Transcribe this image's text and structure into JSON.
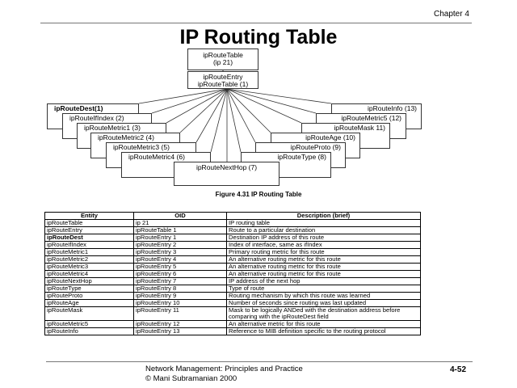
{
  "header": {
    "chapter": "Chapter 4",
    "title": "IP Routing Table"
  },
  "diagram": {
    "root": {
      "line1": "ipRouteTable",
      "line2": "(ip 21)"
    },
    "entry": {
      "line1": "ipRouteEntry",
      "line2": "ipRouteTable (1)"
    },
    "children": [
      {
        "label": "ipRouteDest(1)"
      },
      {
        "label": "ipRouteIfIndex (2)"
      },
      {
        "label": "ipRouteMetric1 (3)"
      },
      {
        "label": "ipRouteMetric2 (4)"
      },
      {
        "label": "ipRouteMetric3 (5)"
      },
      {
        "label": "ipRouteMetric4 (6)"
      },
      {
        "label": "ipRouteNextHop (7)"
      },
      {
        "label": "ipRouteType (8)"
      },
      {
        "label": "ipRouteProto (9)"
      },
      {
        "label": "ipRouteAge (10)"
      },
      {
        "label": "ipRouteMask 11)"
      },
      {
        "label": "ipRouteMetric5 (12)"
      },
      {
        "label": "ipRouteInfo (13)"
      }
    ],
    "caption": "Figure 4.31 IP Routing Table"
  },
  "table": {
    "headers": [
      "Entity",
      "OID",
      "Description (brief)"
    ],
    "rows": [
      {
        "entity": "ipRouteTable",
        "oid": "ip 21",
        "desc": "IP routing table"
      },
      {
        "entity": "ipRouteEntry",
        "oid": "ipRouteTable 1",
        "desc": "Route to a particular destination"
      },
      {
        "entity": "ipRouteDest",
        "oid": "ipRouteEntry 1",
        "desc": "Destination IP address of this route"
      },
      {
        "entity": "ipRouteIfIndex",
        "oid": "ipRouteEntry 2",
        "desc": "Index of interface, same as ifIndex"
      },
      {
        "entity": "ipRouteMetric1",
        "oid": "ipRouteEntry 3",
        "desc": "Primary routing metric for this route"
      },
      {
        "entity": "ipRouteMetric2",
        "oid": "ipRouteEntry 4",
        "desc": "An alternative routing metric for this route"
      },
      {
        "entity": "ipRouteMetric3",
        "oid": "ipRouteEntry 5",
        "desc": "An alternative routing metric for this route"
      },
      {
        "entity": "ipRouteMetric4",
        "oid": "ipRouteEntry 6",
        "desc": "An alternative routing metric for this route"
      },
      {
        "entity": "ipRouteNextHop",
        "oid": "ipRouteEntry 7",
        "desc": "IP address of the next hop"
      },
      {
        "entity": "ipRouteType",
        "oid": "ipRouteEntry 8",
        "desc": "Type of route"
      },
      {
        "entity": "ipRouteProto",
        "oid": "ipRouteEntry 9",
        "desc": "Routing mechanism by which this route was learned"
      },
      {
        "entity": "ipRouteAge",
        "oid": "ipRouteEntry 10",
        "desc": "Number of seconds since routing was last updated"
      },
      {
        "entity": "ipRouteMask",
        "oid": "ipRouteEntry 11",
        "desc": "Mask to be logically ANDed with the destination address before comparing with the ipRouteDest field"
      },
      {
        "entity": "ipRouteMetric5",
        "oid": "ipRouteEntry 12",
        "desc": "An alternative metric for this route"
      },
      {
        "entity": "ipRouteInfo",
        "oid": "ipRouteEntry 13",
        "desc": "Reference to MIB definition specific to the routing protocol"
      }
    ]
  },
  "footer": {
    "line1": "Network Management: Principles and Practice",
    "line2": "© Mani Subramanian 2000",
    "page": "4-52"
  }
}
